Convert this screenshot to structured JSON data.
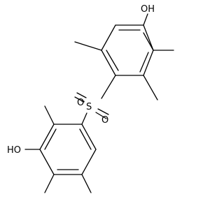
{
  "colors": {
    "bond": "#000000",
    "background": "#ffffff"
  },
  "molecule": {
    "labels": {
      "oh_top": "OH",
      "oh_bottom": "HO",
      "sulfur": "S",
      "oxygen_left": "O",
      "oxygen_right": "O"
    }
  }
}
